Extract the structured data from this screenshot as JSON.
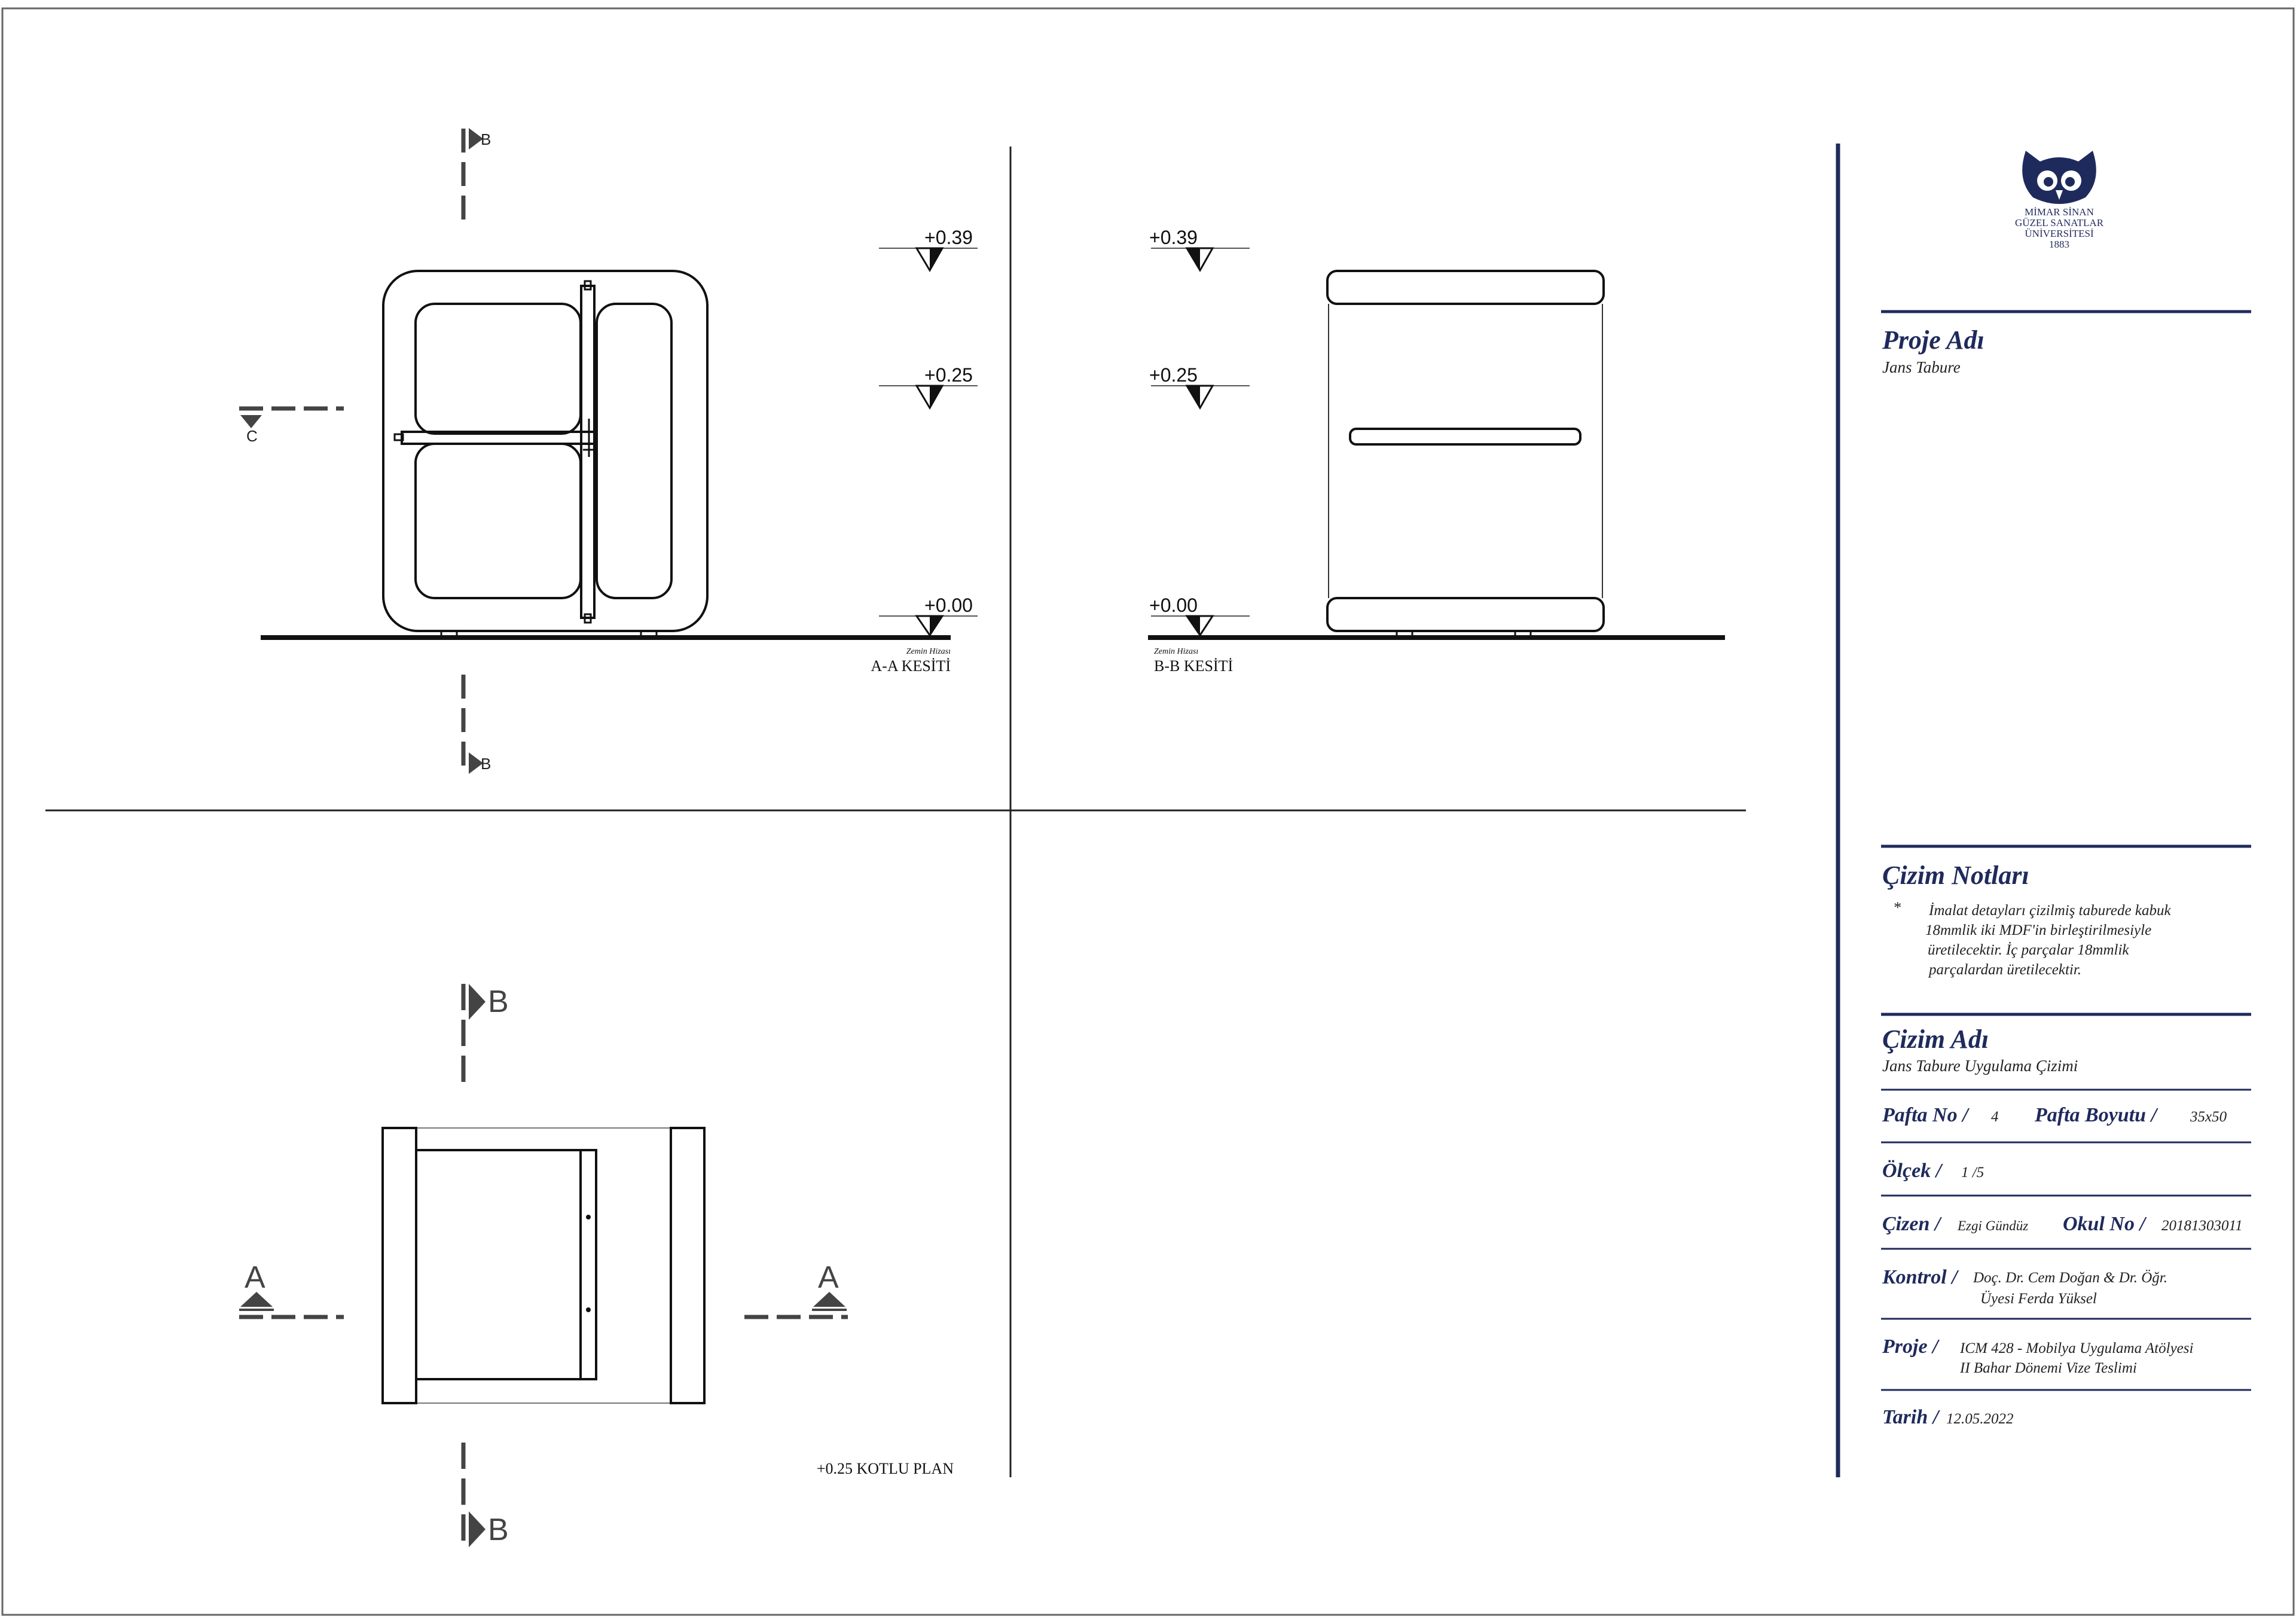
{
  "views": {
    "aa": {
      "levels": [
        "+0.39",
        "+0.25",
        "+0.00"
      ],
      "ground_label": "Zemin Hizası",
      "title": "A-A KESİTİ",
      "markers": {
        "top": "B",
        "bottom": "B",
        "left": "C"
      }
    },
    "bb": {
      "levels": [
        "+0.39",
        "+0.25",
        "+0.00"
      ],
      "ground_label": "Zemin Hizası",
      "title": "B-B KESİTİ"
    },
    "plan": {
      "title": "+0.25 KOTLU PLAN",
      "markers": {
        "top": "B",
        "bottom": "B",
        "left": "A",
        "right": "A"
      }
    }
  },
  "title_block": {
    "logo": {
      "icon": "owl-logo-icon",
      "lines": [
        "MİMAR SİNAN",
        "GÜZEL SANATLAR",
        "ÜNİVERSİTESİ",
        "1883"
      ]
    },
    "project_name": {
      "heading": "Proje Adı",
      "value": "Jans Tabure"
    },
    "notes": {
      "heading": "Çizim Notları",
      "bullet": "*",
      "lines": [
        "İmalat detayları çizilmiş taburede kabuk",
        "18mmlik iki MDF'in birleştirilmesiyle",
        "üretilecektir. İç parçalar 18mmlik",
        "parçalardan üretilecektir."
      ]
    },
    "drawing_name": {
      "heading": "Çizim Adı",
      "value": "Jans Tabure Uygulama Çizimi"
    },
    "sheet_no": {
      "label": "Pafta No /",
      "value": "4"
    },
    "sheet_size": {
      "label": "Pafta Boyutu /",
      "value": "35x50"
    },
    "scale": {
      "label": "Ölçek /",
      "value": "1 /5"
    },
    "drawn_by": {
      "label": "Çizen /",
      "value": "Ezgi Gündüz"
    },
    "school_no": {
      "label": "Okul No /",
      "value": "20181303011"
    },
    "control": {
      "label": "Kontrol /",
      "lines": [
        "Doç. Dr. Cem Doğan & Dr. Öğr.",
        "Üyesi Ferda Yüksel"
      ]
    },
    "project": {
      "label": "Proje /",
      "lines": [
        "ICM 428 - Mobilya Uygulama Atölyesi",
        "II Bahar Dönemi Vize Teslimi"
      ]
    },
    "date": {
      "label": "Tarih /",
      "value": "12.05.2022"
    }
  },
  "colors": {
    "line": "#111111",
    "section_marker": "#444444",
    "title_block_accent": "#1f2a5c"
  }
}
